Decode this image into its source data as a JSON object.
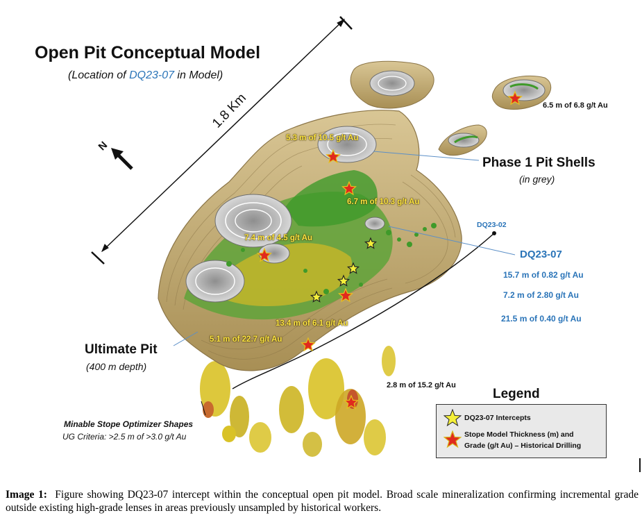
{
  "title": "Open Pit Conceptual Model",
  "subtitle": {
    "before": "(Location of ",
    "hole": "DQ23-07",
    "after": " in Model)"
  },
  "scale_label": "1.8 Km",
  "north_label": "N",
  "callouts": {
    "phase1_title": "Phase 1 Pit Shells",
    "phase1_sub": "(in grey)",
    "ultimate_title": "Ultimate Pit",
    "ultimate_sub": "(400 m depth)",
    "stope_title": "Minable Stope Optimizer Shapes",
    "stope_sub": "UG Criteria: >2.5 m of >3.0 g/t Au"
  },
  "historical_labels": [
    "5.3 m of 10.5 g/t Au",
    "6.7 m of 10.3 g/t Au",
    "7.4 m of 4.5 g/t Au",
    "13.4 m of 6.1 g/t Au",
    "5.1 m of 22.7 g/t Au"
  ],
  "dark_labels": [
    "6.5 m of 6.8 g/t Au",
    "2.8 m of 15.2 g/t Au"
  ],
  "drillholes": {
    "dq23_02": "DQ23-02",
    "dq23_07": "DQ23-07",
    "intercepts": [
      "15.7 m of 0.82 g/t Au",
      "7.2 m of 2.80 g/t Au",
      "21.5 m of 0.40 g/t Au"
    ]
  },
  "legend": {
    "title": "Legend",
    "items": [
      "DQ23-07 Intercepts",
      "Stope Model Thickness (m) and",
      "Grade (g/t Au) – Historical Drilling"
    ]
  },
  "caption": {
    "label": "Image 1:",
    "text": "Figure showing DQ23-07 intercept within the conceptual open pit model.  Broad scale mineralization confirming incremental grade outside existing high-grade lenses in areas previously unsampled by historical workers."
  },
  "colors": {
    "pit_tan": "#c7b078",
    "pit_dark": "#9c8450",
    "shell_grey": "#bfbfbf",
    "mineral_green": "#3f9a2a",
    "mineral_yellow": "#d9c227",
    "label_yellow": "#ffe642",
    "label_blue": "#2a74b8"
  }
}
